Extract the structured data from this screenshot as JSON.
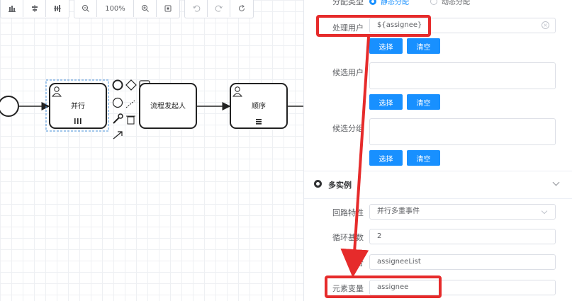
{
  "toolbar": {
    "zoom": "100%"
  },
  "diagram": {
    "tasks": [
      {
        "label": "并行",
        "marker": "parallel-multi-instance"
      },
      {
        "label": "流程发起人",
        "marker": "none"
      },
      {
        "label": "顺序",
        "marker": "sequential-multi-instance"
      }
    ]
  },
  "panel": {
    "assign_type": {
      "label": "分配类型",
      "options": [
        "静态分配",
        "动态分配"
      ],
      "selected": "静态分配"
    },
    "assignee": {
      "label": "处理用户",
      "value": "${assignee}"
    },
    "buttons": {
      "select": "选择",
      "clear": "清空"
    },
    "candidate_users": {
      "label": "候选用户"
    },
    "candidate_groups": {
      "label": "候选分组"
    },
    "multi_instance": {
      "title": "多实例",
      "loop_type": {
        "label": "回路特性",
        "value": "并行多重事件"
      },
      "loop_cardinality": {
        "label": "循环基数",
        "value": "2"
      },
      "collection": {
        "label": "集合",
        "value": "assigneeList"
      },
      "element_variable": {
        "label": "元素变量",
        "value": "assignee"
      }
    }
  },
  "colors": {
    "primary": "#1890ff",
    "highlight": "#e62b2b"
  }
}
